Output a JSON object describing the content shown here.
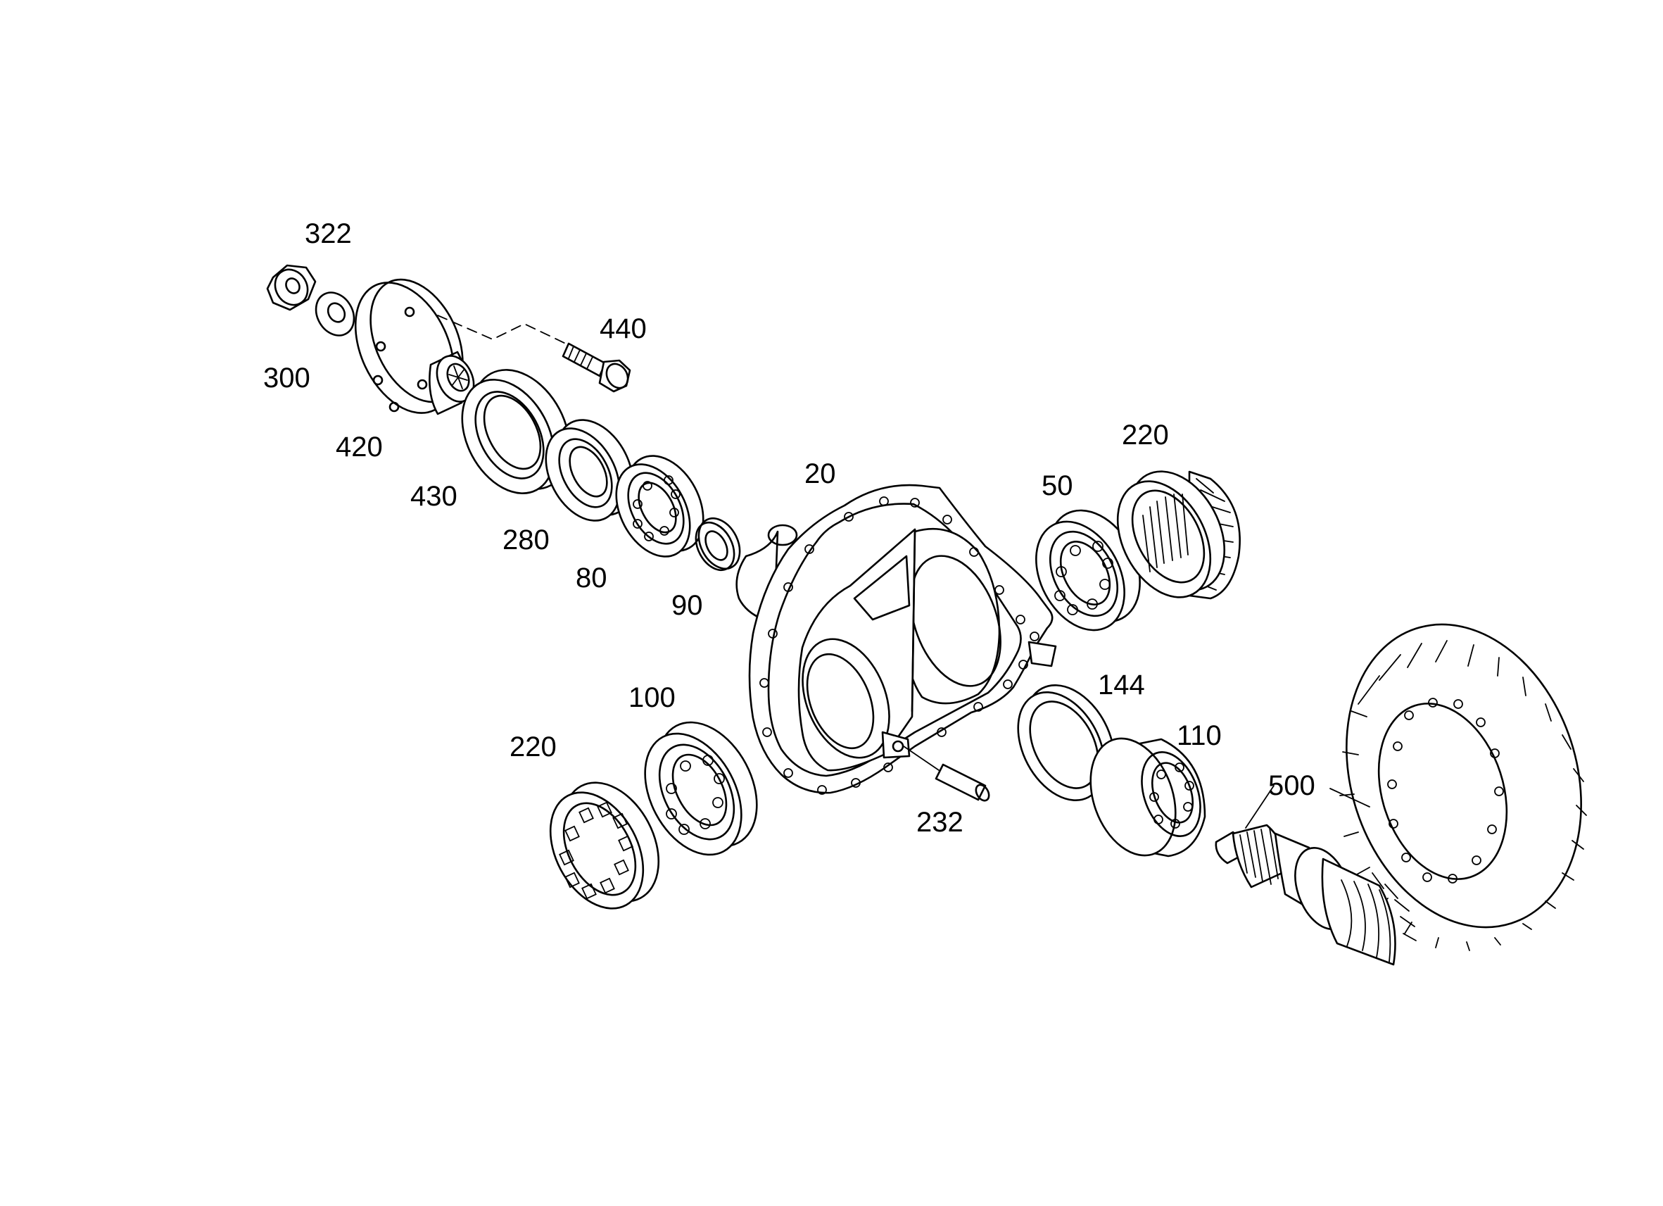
{
  "diagram": {
    "parts": [
      {
        "id": "nut",
        "label": "322"
      },
      {
        "id": "washer",
        "label": "300"
      },
      {
        "id": "flange",
        "label": "420"
      },
      {
        "id": "bolt",
        "label": "440"
      },
      {
        "id": "shaft-seal",
        "label": "430"
      },
      {
        "id": "tapered-bearing",
        "label": "280"
      },
      {
        "id": "ball-bearing-80",
        "label": "80"
      },
      {
        "id": "ring-90",
        "label": "90"
      },
      {
        "id": "housing",
        "label": "20"
      },
      {
        "id": "ball-bearing-50",
        "label": "50"
      },
      {
        "id": "roller-bearing-upper",
        "label": "220"
      },
      {
        "id": "ball-bearing-100",
        "label": "100"
      },
      {
        "id": "roller-bearing-lower",
        "label": "220"
      },
      {
        "id": "o-ring",
        "label": "144"
      },
      {
        "id": "ball-bearing-110",
        "label": "110"
      },
      {
        "id": "pin",
        "label": "232"
      },
      {
        "id": "bevel-gear-set",
        "label": "500"
      }
    ]
  }
}
